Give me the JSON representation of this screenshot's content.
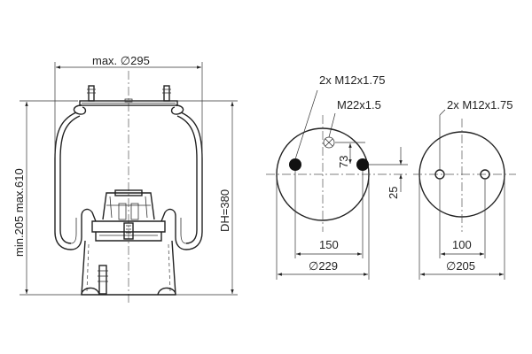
{
  "side_view": {
    "max_diameter": "max. ∅295",
    "height_range": "min.205 max.610",
    "design_height": "DH=380"
  },
  "top_plate": {
    "studs": "2x M12x1.75",
    "air_fitting": "M22x1.5",
    "offset_73": "73",
    "offset_25": "25",
    "stud_spacing": "150",
    "diameter": "∅229"
  },
  "bottom_plate": {
    "studs": "2x M12x1.75",
    "stud_spacing": "100",
    "diameter": "∅205"
  }
}
